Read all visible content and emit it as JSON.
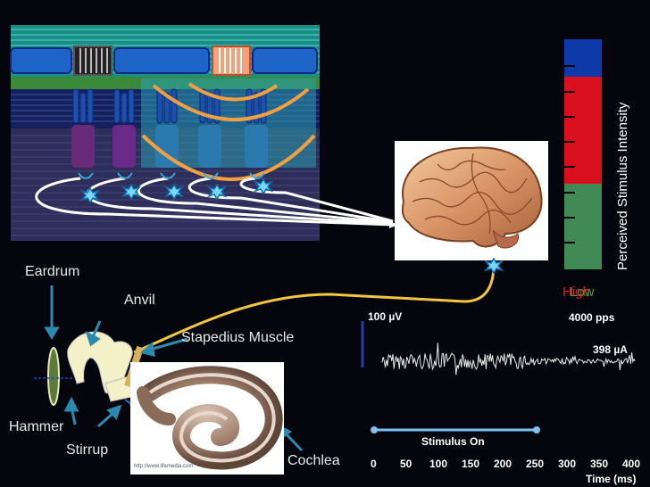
{
  "labels": {
    "eardrum": "Eardrum",
    "anvil": "Anvil",
    "stapedius": "Stapedius Muscle",
    "hammer": "Hammer",
    "stirrup": "Stirrup",
    "cochlea": "Cochlea",
    "credit": "http://www.lifemedia.com"
  },
  "intensity_scale": {
    "axis_label": "Perceived Stimulus Intensity",
    "low_label": "Low",
    "high_label": "High",
    "colors": {
      "top": "#0d3aa8",
      "middle": "#d8101e",
      "bottom": "#3f8a55"
    }
  },
  "recording": {
    "amplitude_label": "100 µV",
    "rate_label": "4000 pps",
    "current_label": "398 µA",
    "stimulus_label": "Stimulus On",
    "time_axis_label": "Time (ms)",
    "time_ticks": [
      "0",
      "50",
      "100",
      "150",
      "200",
      "250",
      "300",
      "350",
      "400"
    ]
  },
  "chart_data": {
    "type": "line",
    "xlabel": "Time (ms)",
    "x_ticks": [
      0,
      50,
      100,
      150,
      200,
      250,
      300,
      350,
      400
    ],
    "xlim": [
      0,
      400
    ],
    "stimulus_on": [
      0,
      250
    ],
    "scale_bar": "100 µV"
  }
}
